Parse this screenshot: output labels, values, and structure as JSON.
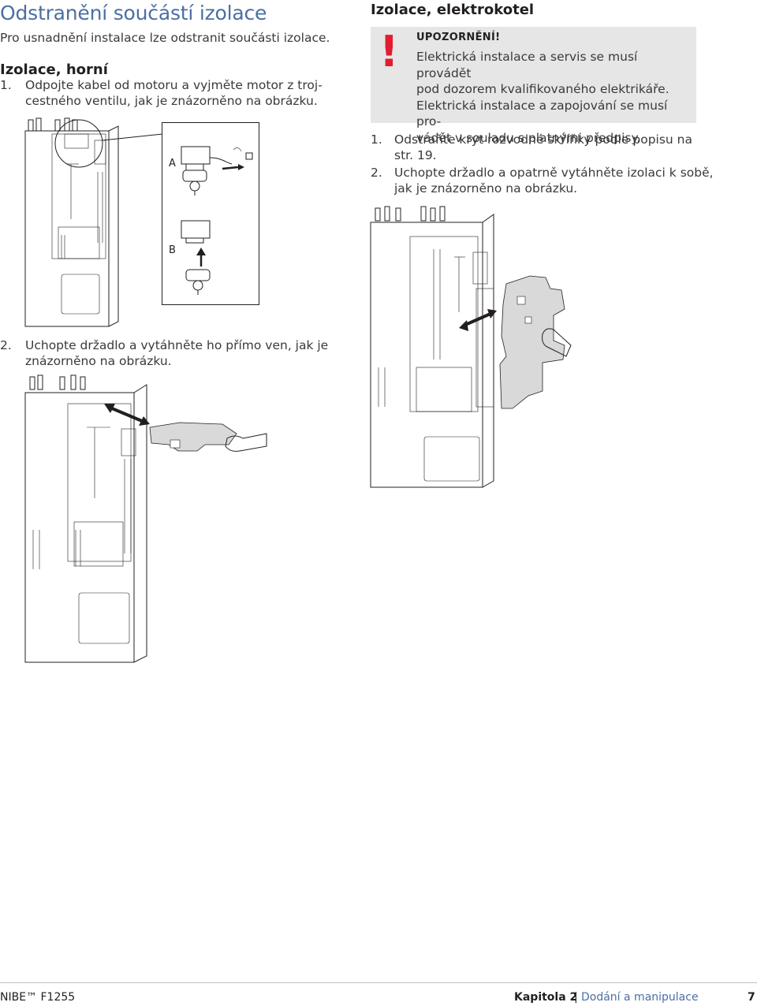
{
  "page": {
    "title": "Odstranění součástí izolace",
    "intro": "Pro usnadnění instalace lze odstranit součásti izolace."
  },
  "left_section": {
    "heading": "Izolace, horní",
    "step1_num": "1.",
    "step1_line1": "Odpojte kabel od motoru a vyjměte motor z troj-",
    "step1_line2": "cestného ventilu, jak je znázorněno na obrázku.",
    "fig_label_a": "A",
    "fig_label_b": "B",
    "step2_num": "2.",
    "step2_line1": "Uchopte držadlo a vytáhněte ho přímo ven, jak je",
    "step2_line2": "znázorněno na obrázku."
  },
  "right_section": {
    "heading": "Izolace, elektrokotel",
    "warning": {
      "icon": "!",
      "title": "UPOZORNĚNÍ!",
      "line1": "Elektrická instalace a servis se musí provádět",
      "line2": "pod dozorem kvalifikovaného elektrikáře.",
      "line3": "Elektrická instalace a zapojování se musí pro-",
      "line4": "vádět v souladu s platnými předpisy."
    },
    "step1_num": "1.",
    "step1_line1": "Odstraňte kryt rozvodné skříňky podle popisu na",
    "step1_line2": "str. 19.",
    "step2_num": "2.",
    "step2_line1": "Uchopte držadlo a opatrně vytáhněte izolaci k sobě,",
    "step2_line2": "jak je znázorněno na obrázku."
  },
  "footer": {
    "product": "NIBE™ F1255",
    "chapter": "Kapitola 2",
    "separator": "|",
    "section": "Dodání a manipulace",
    "page_number": "7"
  },
  "colors": {
    "title_blue": "#4b6fa3",
    "warning_red": "#e11d2f",
    "warning_bg": "#e6e6e6",
    "insulation_gray": "#d9d9d9"
  }
}
